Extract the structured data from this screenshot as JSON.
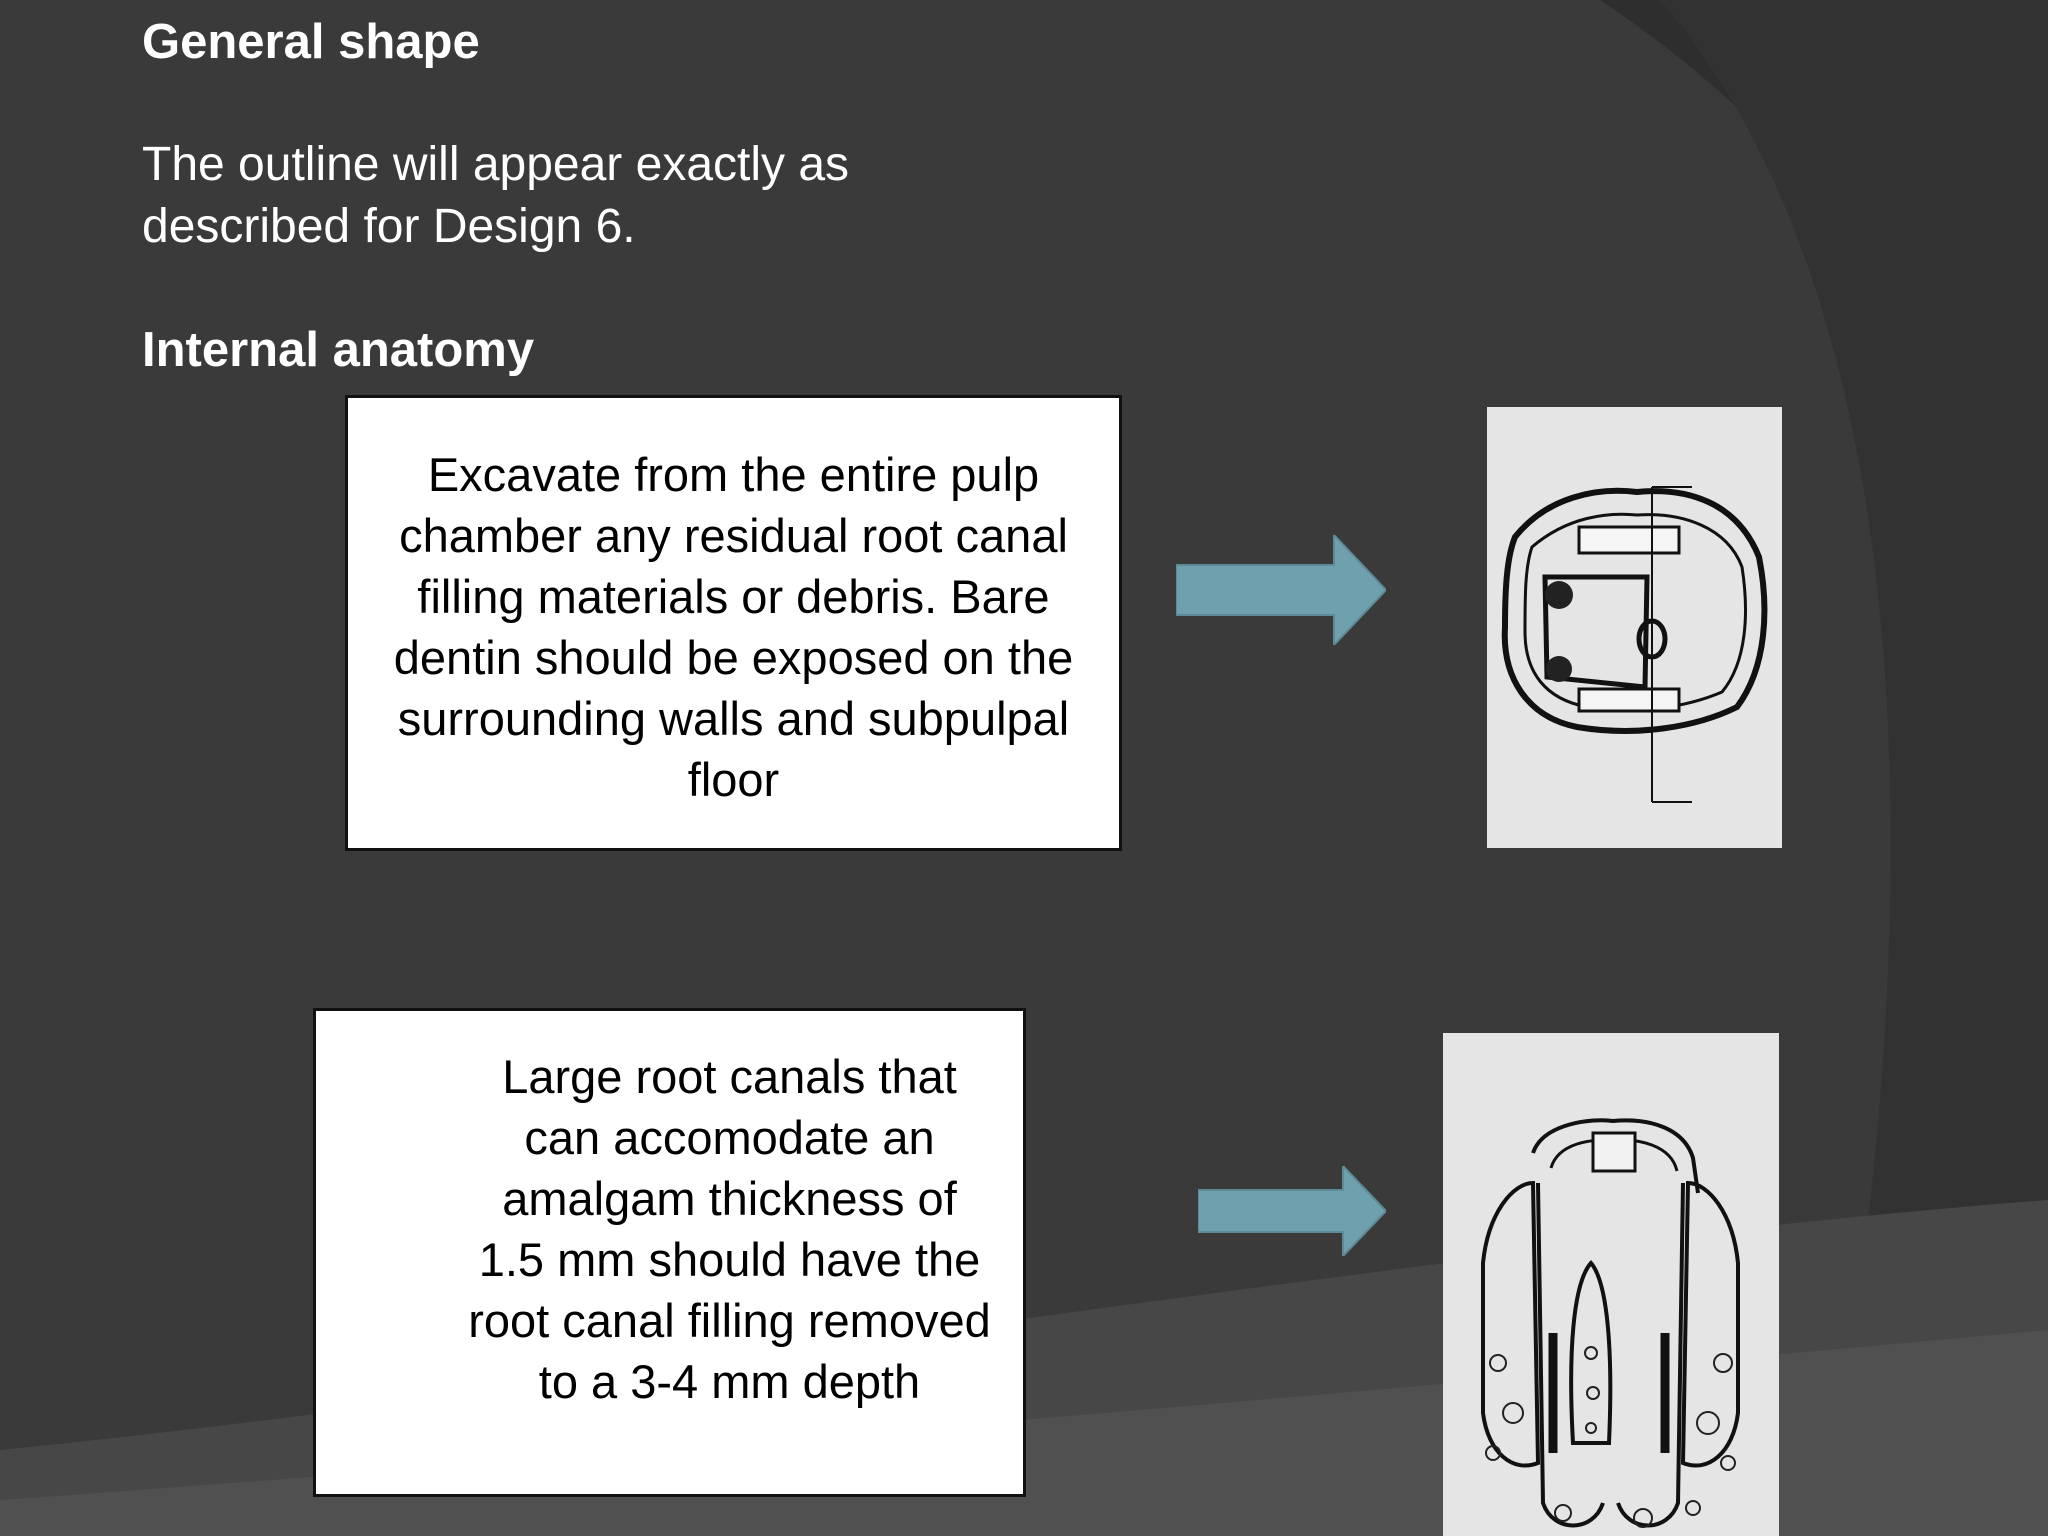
{
  "slide": {
    "heading_general": "General shape",
    "outline_text": "The outline will appear exactly as described for Design 6.",
    "heading_internal": "Internal anatomy",
    "callout_1": "Excavate from the entire pulp chamber any residual root canal filling materials or debris. Bare dentin should be exposed on the surrounding walls and subpulpal floor",
    "callout_2": "Large root canals that can accomodate an amalgam thickness of 1.5 mm should have the root canal filling removed to a 3-4 mm depth"
  },
  "colors": {
    "background": "#3a3a3a",
    "arc_dark": "#2f2f2f",
    "arc_light": "#4a4a4a",
    "arrow": "#6fa0ad",
    "heading_text": "#ffffff",
    "callout_border": "#111111"
  },
  "icons": {
    "arrow_1": "right-arrow-icon",
    "arrow_2": "right-arrow-icon"
  }
}
